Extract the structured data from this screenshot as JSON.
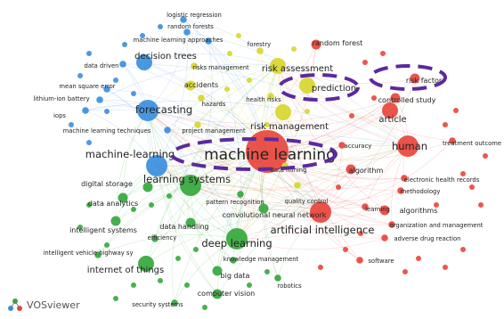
{
  "app": {
    "logo_text": "VOSviewer"
  },
  "colors": {
    "cluster_red": "#e8453c",
    "cluster_blue": "#3b8ee0",
    "cluster_green": "#35a83c",
    "cluster_yellow": "#d8d62e",
    "highlight_dash": "#5b2a9e"
  },
  "nodes": [
    {
      "id": "machine_learning_main",
      "label": "machine learning",
      "cluster": "red",
      "size": "xl"
    },
    {
      "id": "human",
      "label": "human",
      "cluster": "red",
      "size": "l"
    },
    {
      "id": "article",
      "label": "article",
      "cluster": "red",
      "size": "m"
    },
    {
      "id": "prediction",
      "label": "prediction",
      "cluster": "yellow",
      "size": "m"
    },
    {
      "id": "risk_factor",
      "label": "risk factor",
      "cluster": "red",
      "size": "s"
    },
    {
      "id": "controlled_study",
      "label": "controlled study",
      "cluster": "red",
      "size": "s"
    },
    {
      "id": "random_forest",
      "label": "random forest",
      "cluster": "red",
      "size": "s"
    },
    {
      "id": "treatment_outcome",
      "label": "treatment outcome",
      "cluster": "red",
      "size": "xs"
    },
    {
      "id": "electronic_health_records",
      "label": "electronic health records",
      "cluster": "red",
      "size": "xs"
    },
    {
      "id": "methodology",
      "label": "methodology",
      "cluster": "red",
      "size": "xs"
    },
    {
      "id": "algorithms",
      "label": "algorithms",
      "cluster": "red",
      "size": "s"
    },
    {
      "id": "organization_and_management",
      "label": "organization and management",
      "cluster": "red",
      "size": "xs"
    },
    {
      "id": "adverse_drug_reaction",
      "label": "adverse drug reaction",
      "cluster": "red",
      "size": "xs"
    },
    {
      "id": "software",
      "label": "software",
      "cluster": "red",
      "size": "xs"
    },
    {
      "id": "learning",
      "label": "learning",
      "cluster": "red",
      "size": "xs"
    },
    {
      "id": "algorithm",
      "label": "algorithm",
      "cluster": "red",
      "size": "s"
    },
    {
      "id": "accuracy",
      "label": "accuracy",
      "cluster": "red",
      "size": "xs"
    },
    {
      "id": "artificial_intelligence",
      "label": "artificial intelligence",
      "cluster": "red",
      "size": "l"
    },
    {
      "id": "risk_assessment",
      "label": "risk assessment",
      "cluster": "yellow",
      "size": "m"
    },
    {
      "id": "risk_management",
      "label": "risk management",
      "cluster": "yellow",
      "size": "m"
    },
    {
      "id": "health_risks",
      "label": "health risks",
      "cluster": "yellow",
      "size": "xs"
    },
    {
      "id": "hazards",
      "label": "hazards",
      "cluster": "yellow",
      "size": "xs"
    },
    {
      "id": "accidents",
      "label": "accidents",
      "cluster": "yellow",
      "size": "s"
    },
    {
      "id": "risks_management",
      "label": "risks management",
      "cluster": "yellow",
      "size": "xs"
    },
    {
      "id": "forestry",
      "label": "forestry",
      "cluster": "yellow",
      "size": "xs"
    },
    {
      "id": "project_management",
      "label": "project management",
      "cluster": "yellow",
      "size": "xs"
    },
    {
      "id": "quality_control",
      "label": "quality control",
      "cluster": "yellow",
      "size": "xs"
    },
    {
      "id": "data_mining",
      "label": "data mining",
      "cluster": "yellow",
      "size": "xs"
    },
    {
      "id": "logistic_regression",
      "label": "logistic regression",
      "cluster": "blue",
      "size": "xs"
    },
    {
      "id": "random_forests",
      "label": "random forests",
      "cluster": "blue",
      "size": "xs"
    },
    {
      "id": "machine_learning_approaches",
      "label": "machine learning approaches",
      "cluster": "blue",
      "size": "xs"
    },
    {
      "id": "decision_trees",
      "label": "decision trees",
      "cluster": "blue",
      "size": "m"
    },
    {
      "id": "data_driven",
      "label": "data driven",
      "cluster": "blue",
      "size": "xs"
    },
    {
      "id": "mean_square_error",
      "label": "mean square error",
      "cluster": "blue",
      "size": "xs"
    },
    {
      "id": "lithium_ion_battery",
      "label": "lithium-ion battery",
      "cluster": "blue",
      "size": "xs"
    },
    {
      "id": "iops",
      "label": "iops",
      "cluster": "blue",
      "size": "xs"
    },
    {
      "id": "forecasting",
      "label": "forecasting",
      "cluster": "blue",
      "size": "l"
    },
    {
      "id": "machine_learning_techniques",
      "label": "machine learning techniques",
      "cluster": "blue",
      "size": "xs"
    },
    {
      "id": "machine_learning_blue",
      "label": "machine-learning",
      "cluster": "blue",
      "size": "l"
    },
    {
      "id": "learning_systems",
      "label": "learning systems",
      "cluster": "green",
      "size": "l"
    },
    {
      "id": "digital_storage",
      "label": "digital storage",
      "cluster": "green",
      "size": "s"
    },
    {
      "id": "data_analytics",
      "label": "data analytics",
      "cluster": "green",
      "size": "s"
    },
    {
      "id": "pattern_recognition",
      "label": "pattern recognition",
      "cluster": "green",
      "size": "xs"
    },
    {
      "id": "convolutional_neural_network",
      "label": "convolutional neural network",
      "cluster": "green",
      "size": "s"
    },
    {
      "id": "intelligent_systems",
      "label": "intelligent systems",
      "cluster": "green",
      "size": "s"
    },
    {
      "id": "data_handling",
      "label": "data handling",
      "cluster": "green",
      "size": "s"
    },
    {
      "id": "efficiency",
      "label": "efficiency",
      "cluster": "green",
      "size": "xs"
    },
    {
      "id": "deep_learning",
      "label": "deep learning",
      "cluster": "green",
      "size": "l"
    },
    {
      "id": "intelligent_vehicle_highway_systems",
      "label": "intelligent vehicle highway sy",
      "cluster": "green",
      "size": "xs"
    },
    {
      "id": "internet_of_things",
      "label": "internet of things",
      "cluster": "green",
      "size": "m"
    },
    {
      "id": "knowledge_management",
      "label": "knowledge management",
      "cluster": "green",
      "size": "xs"
    },
    {
      "id": "big_data",
      "label": "big data",
      "cluster": "green",
      "size": "s"
    },
    {
      "id": "robotics",
      "label": "robotics",
      "cluster": "green",
      "size": "xs"
    },
    {
      "id": "computer_vision",
      "label": "computer vision",
      "cluster": "green",
      "size": "s"
    },
    {
      "id": "security_systems",
      "label": "security systems",
      "cluster": "green",
      "size": "xs"
    }
  ],
  "highlighted_terms": [
    "machine learning",
    "prediction",
    "risk factor"
  ]
}
